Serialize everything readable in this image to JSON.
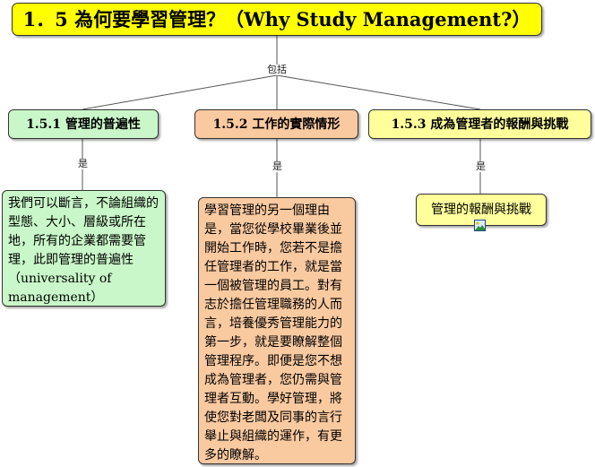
{
  "title": "1．5 為何要學習管理？（Why Study Management?）",
  "edge_labels": {
    "include": "包括",
    "is1": "是",
    "is2": "是",
    "is3": "是"
  },
  "nodes": {
    "universality_head": "1.5.1  管理的普遍性",
    "universality_body": "我們可以斷言，不論組織的型態、大小、層級或所在地，所有的企業都需要管理，此即管理的普遍性（universality of management）",
    "reality_head": "1.5.2  工作的實際情形",
    "reality_body": "學習管理的另一個理由是，當您從學校畢業後並開始工作時，您若不是擔任管理者的工作，就是當一個被管理的員工。對有志於擔任管理職務的人而言，培養優秀管理能力的第一步，就是要瞭解整個管理程序。即便是您不想成為管理者，您仍需與管理者互動。學好管理，將使您對老闆及同事的言行舉止與組織的運作，有更多的瞭解。",
    "rewards_head": "1.5.3  成為管理者的報酬與挑戰",
    "rewards_body": "管理的報酬與挑戰"
  },
  "icons": [
    "image-icon"
  ],
  "colors": {
    "title": "#ffff00",
    "green": "#c9f7c9",
    "orange": "#f9c9a0",
    "yellow": "#ffff9c"
  }
}
